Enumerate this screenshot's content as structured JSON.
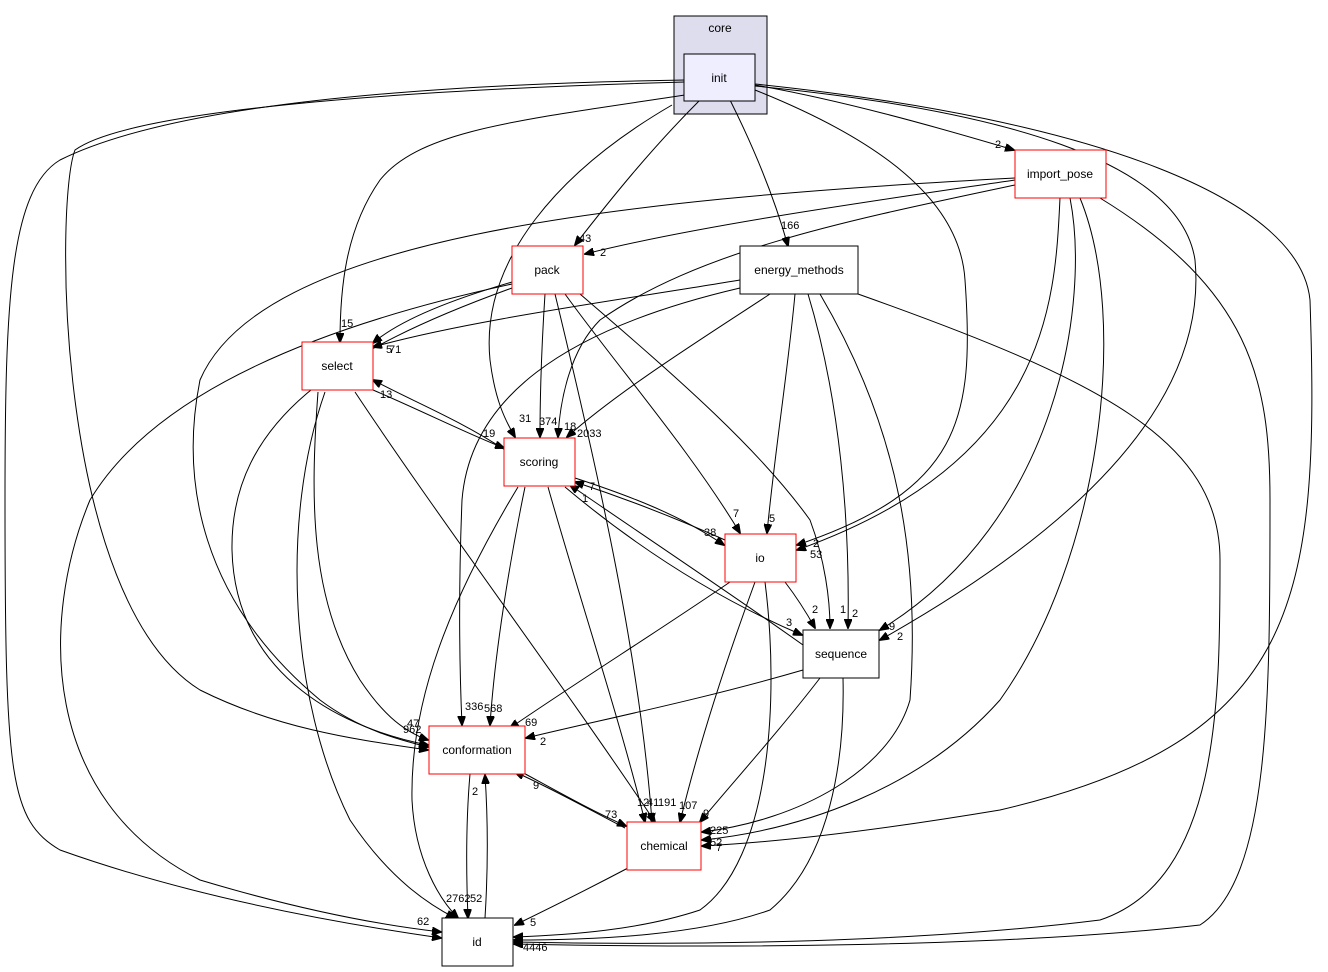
{
  "cluster": {
    "label": "core",
    "fill": "#ddddee",
    "stroke": "#000000"
  },
  "nodes": {
    "init": {
      "label": "init",
      "fill": "#eeeeff",
      "border": "#000000"
    },
    "import_pose": {
      "label": "import_pose",
      "border": "#ff0000"
    },
    "energy_methods": {
      "label": "energy_methods",
      "border": "#000000"
    },
    "pack": {
      "label": "pack",
      "border": "#ff0000"
    },
    "select": {
      "label": "select",
      "border": "#ff0000"
    },
    "scoring": {
      "label": "scoring",
      "border": "#ff0000"
    },
    "io": {
      "label": "io",
      "border": "#ff0000"
    },
    "sequence": {
      "label": "sequence",
      "border": "#000000"
    },
    "conformation": {
      "label": "conformation",
      "border": "#ff0000"
    },
    "chemical": {
      "label": "chemical",
      "border": "#ff0000"
    },
    "id": {
      "label": "id",
      "border": "#000000"
    }
  },
  "edge_labels": {
    "init_import_pose": "2",
    "init_energy_methods": "166",
    "init_pack": "43",
    "import_pose_pack": "2",
    "init_select": "15",
    "energy_methods_select": "5",
    "pack_select": "71",
    "select_scoring": "13",
    "scoring_select": "19",
    "init_scoring": "31",
    "pack_scoring": "374",
    "energy_methods_scoring": "18",
    "import_pose_scoring": "2033",
    "pack_io": "7",
    "energy_methods_io": "5",
    "init_io": "2",
    "import_pose_io": "53",
    "io_scoring": "7",
    "scoring_io": "38",
    "scoring_sequence_up": "1",
    "io_sequence": "2",
    "scoring_sequence": "3",
    "pack_sequence": "1",
    "energy_methods_sequence": "2",
    "import_pose_sequence": "9",
    "init_sequence": "2",
    "energy_methods_conformation": "336",
    "scoring_conformation": "568",
    "io_conformation": "69",
    "sequence_conformation": "2",
    "select_conformation": "47",
    "pack_conformation": "962",
    "id_conformation": "2",
    "chemical_conformation": "9",
    "conformation_chemical": "73",
    "scoring_chemical": "12",
    "pack_chemical": "41",
    "select_chemical": "191",
    "io_chemical": "107",
    "sequence_chemical": "9",
    "energy_methods_chemical": "225",
    "import_pose_chemical": "52",
    "init_chemical": "7",
    "chemical_id": "5",
    "conformation_id": "2762",
    "scoring_id": "52",
    "init_id": "62",
    "id_right_labels": "4446"
  }
}
